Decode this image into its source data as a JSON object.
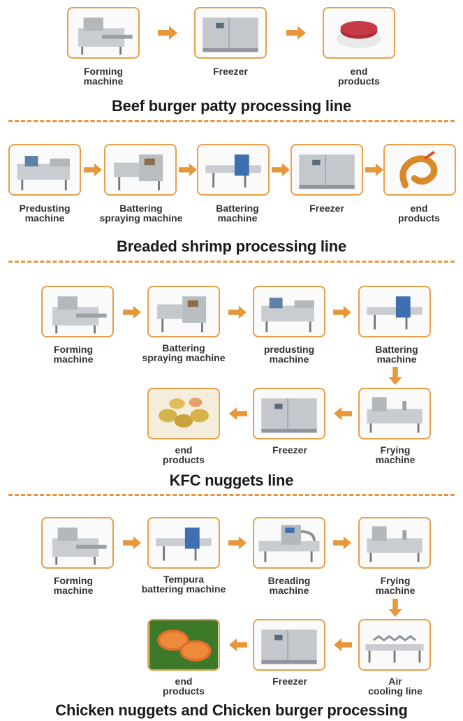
{
  "colors": {
    "accent": "#e8963a",
    "box_border": "#e8a04a",
    "title": "#1a1a1a"
  },
  "sections": [
    {
      "title": "Beef burger patty processing line",
      "steps": [
        "Forming\nmachine",
        "Freezer",
        "end\nproducts"
      ]
    },
    {
      "title": "Breaded shrimp processing line",
      "steps": [
        "Predusting\nmachine",
        "Battering\nspraying machine",
        "Battering\nmachine",
        "Freezer",
        "end\nproducts"
      ]
    },
    {
      "title": "KFC nuggets line",
      "steps": [
        "Forming\nmachine",
        "Battering\nspraying machine",
        "predusting\nmachine",
        "Battering\nmachine",
        "Frying\nmachine",
        "Freezer",
        "end\nproducts"
      ]
    },
    {
      "title": "Chicken nuggets and Chicken burger processing",
      "steps": [
        "Forming\nmachine",
        "Tempura\nbattering machine",
        "Breading\nmachine",
        "Frying\nmachine",
        "Air\ncooling line",
        "Freezer",
        "end\nproducts"
      ]
    }
  ]
}
